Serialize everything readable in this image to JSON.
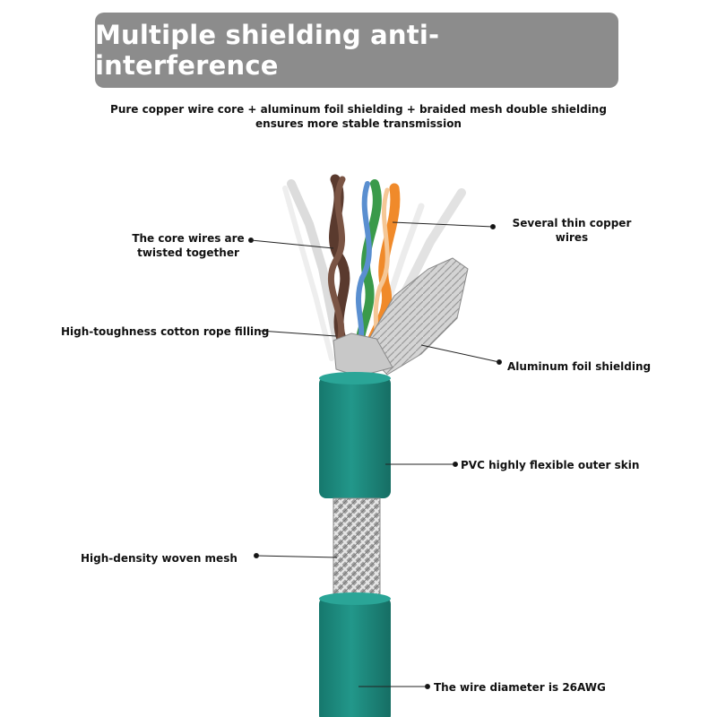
{
  "header": {
    "title": "Multiple shielding anti-interference",
    "subtitle_line1": "Pure copper wire core + aluminum foil shielding + braided mesh double shielding",
    "subtitle_line2": "ensures more stable transmission"
  },
  "labels": {
    "core_twisted_l1": "The core wires are",
    "core_twisted_l2": "twisted together",
    "thin_copper_l1": "Several thin copper",
    "thin_copper_l2": "wires",
    "cotton_filling": "High-toughness cotton rope filling",
    "foil_shielding": "Aluminum foil shielding",
    "pvc_skin": "PVC highly flexible outer skin",
    "woven_mesh": "High-density woven mesh",
    "wire_diameter": "The wire diameter is 26AWG"
  },
  "colors": {
    "banner": "#8c8c8c",
    "jacket": "#1f8c80",
    "wire_brown": "#5a3a2e",
    "wire_green": "#3a9a4a",
    "wire_orange": "#f08a2a",
    "wire_blue": "#5a8fd0",
    "foil": "#c9c9c9",
    "mesh": "#b8b8b8"
  }
}
